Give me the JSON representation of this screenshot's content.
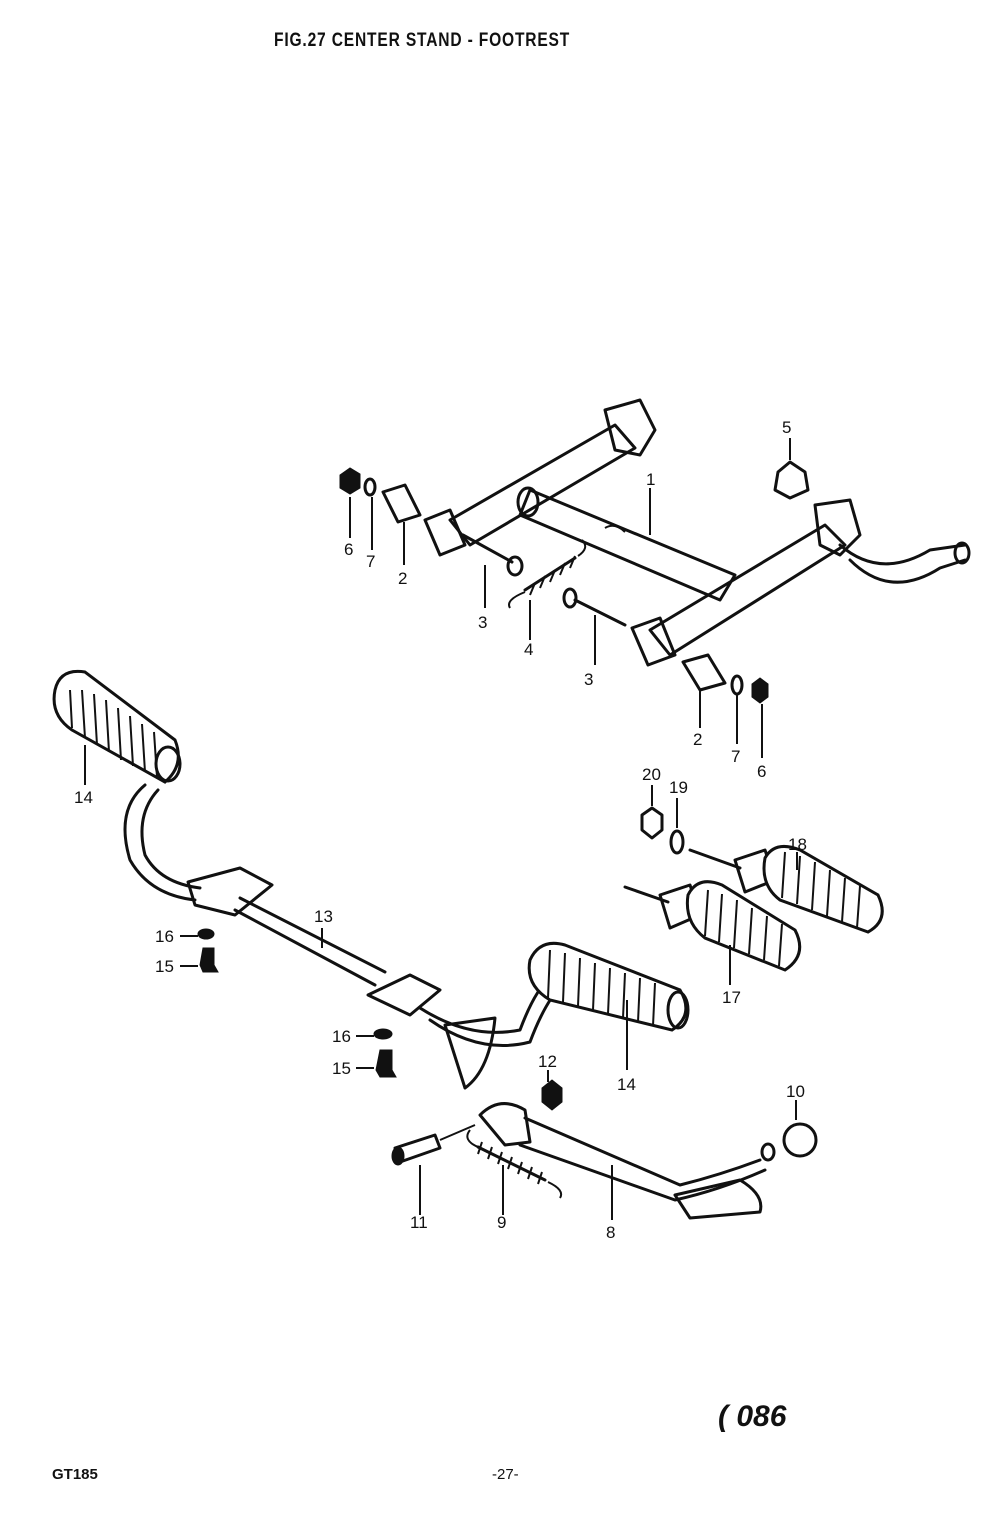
{
  "header": {
    "title": "FIG.27  CENTER STAND - FOOTREST"
  },
  "labels": {
    "l1": "1",
    "l2a": "2",
    "l2b": "2",
    "l3a": "3",
    "l3b": "3",
    "l4": "4",
    "l5": "5",
    "l6a": "6",
    "l6b": "6",
    "l7a": "7",
    "l7b": "7",
    "l8": "8",
    "l9": "9",
    "l10": "10",
    "l11": "11",
    "l12": "12",
    "l13": "13",
    "l14a": "14",
    "l14b": "14",
    "l15a": "15",
    "l15b": "15",
    "l16a": "16",
    "l16b": "16",
    "l17": "17",
    "l18": "18",
    "l19": "19",
    "l20": "20"
  },
  "footer": {
    "model": "GT185",
    "page": "-27-",
    "ref": "( 086"
  }
}
